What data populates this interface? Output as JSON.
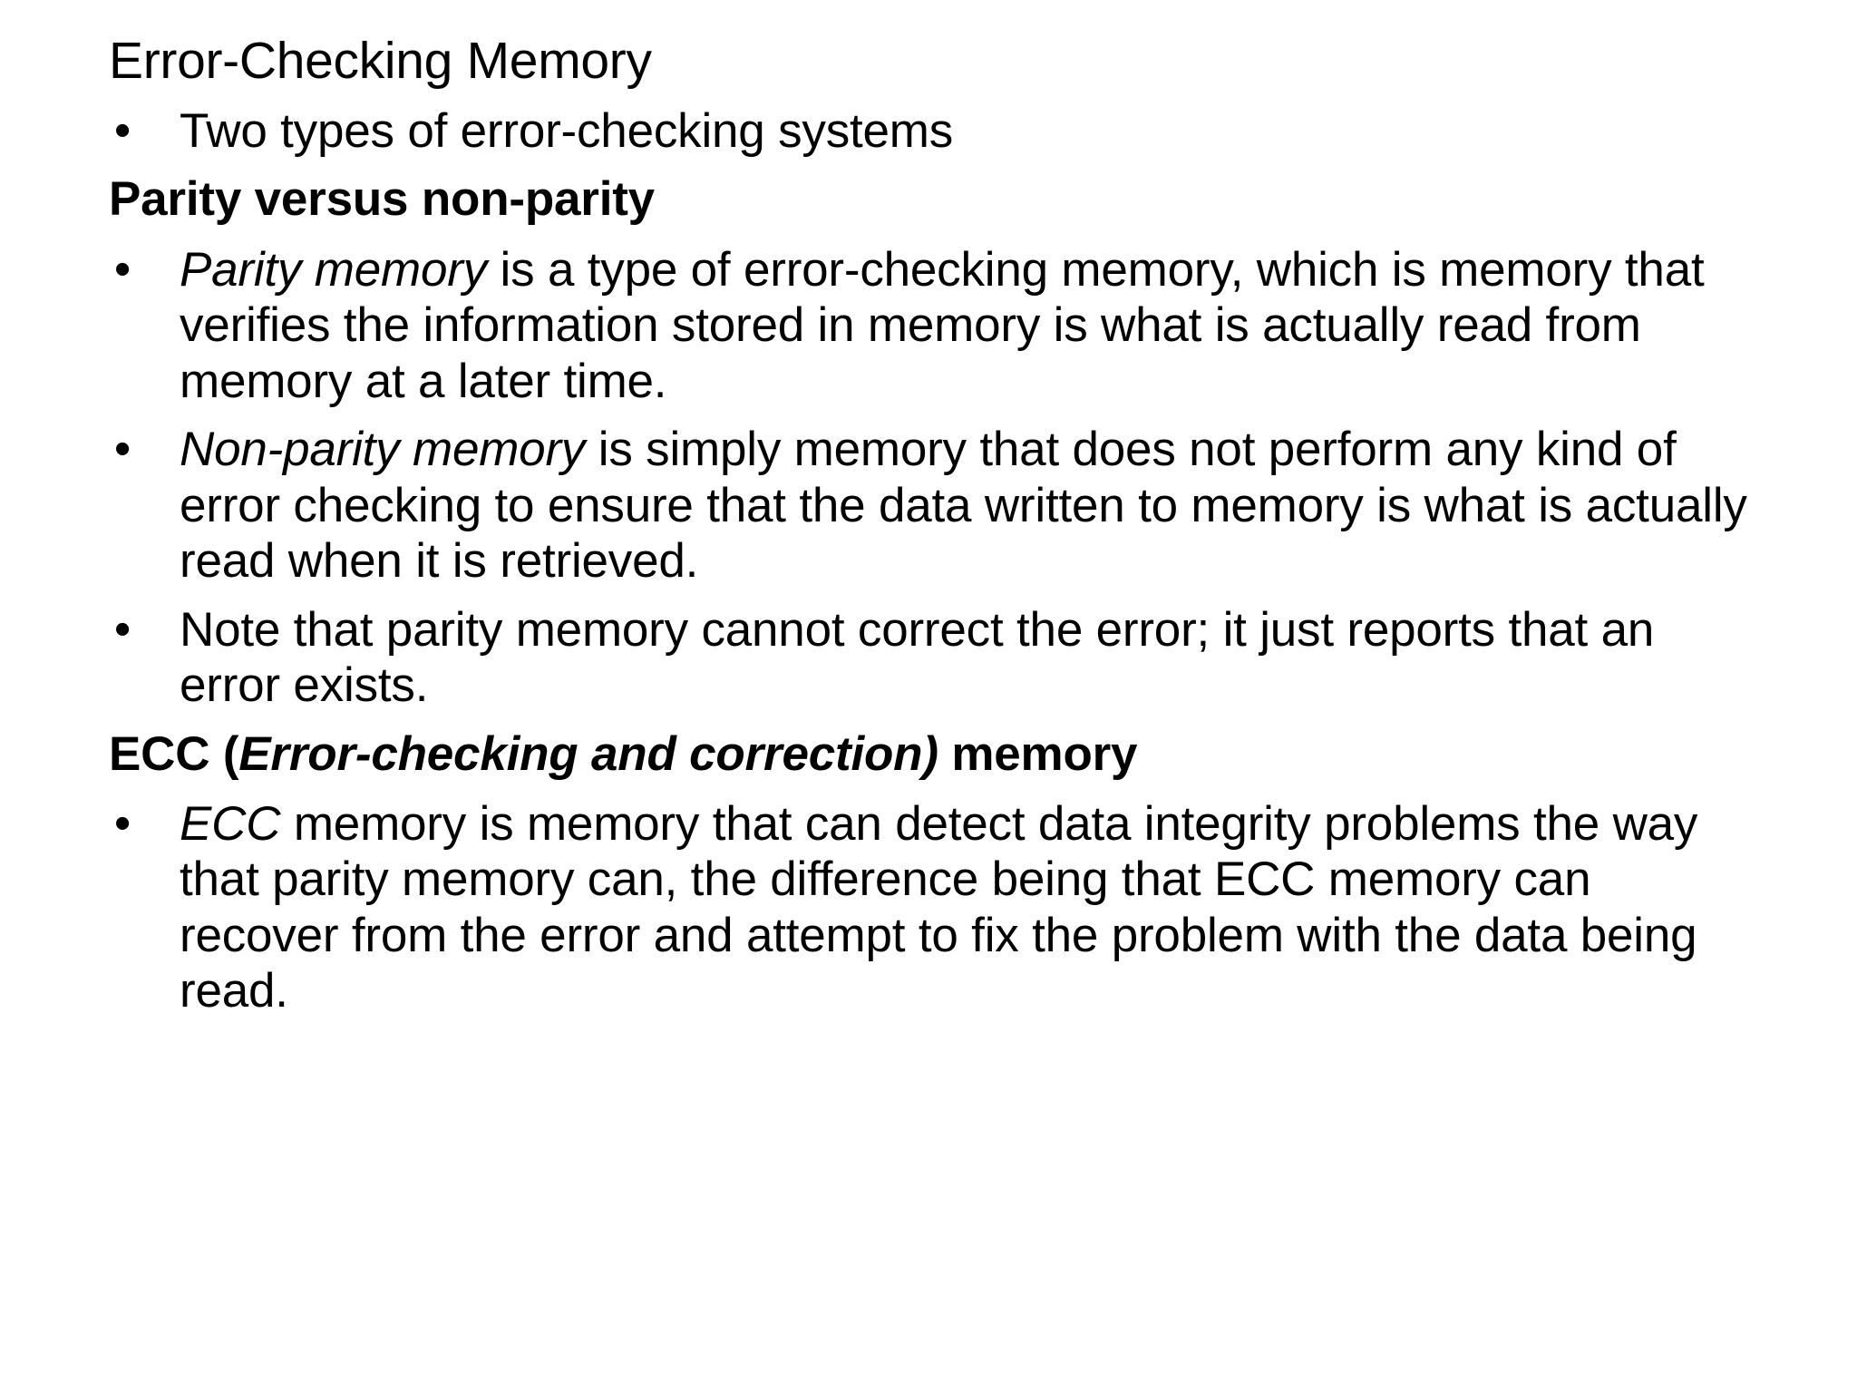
{
  "slide": {
    "title": "Error-Checking Memory",
    "bullet_glyph": "•",
    "intro_bullet": "Two types of error-checking systems",
    "heading_parity": "Parity versus non-parity",
    "parity_bullet": {
      "emphasis": "Parity memory",
      "rest": " is a type of error-checking memory, which is memory that verifies the information stored in memory is what is actually read from memory at a later time."
    },
    "nonparity_bullet": {
      "emphasis": "Non-parity memory",
      "rest": " is simply memory that does not perform any kind of error checking to ensure that the data written to memory is what is actually read when it is retrieved."
    },
    "note_bullet": "Note that parity memory cannot correct the error; it just reports that an error exists.",
    "heading_ecc": {
      "lead": "ECC (",
      "emphasis": "Error-checking and correction)",
      "tail": " memory"
    },
    "ecc_bullet": {
      "emphasis": "ECC",
      "rest": " memory is memory that can detect data integrity problems the way that parity memory can, the difference being that ECC memory can recover from the error and attempt to fix the problem with the data being read."
    }
  }
}
